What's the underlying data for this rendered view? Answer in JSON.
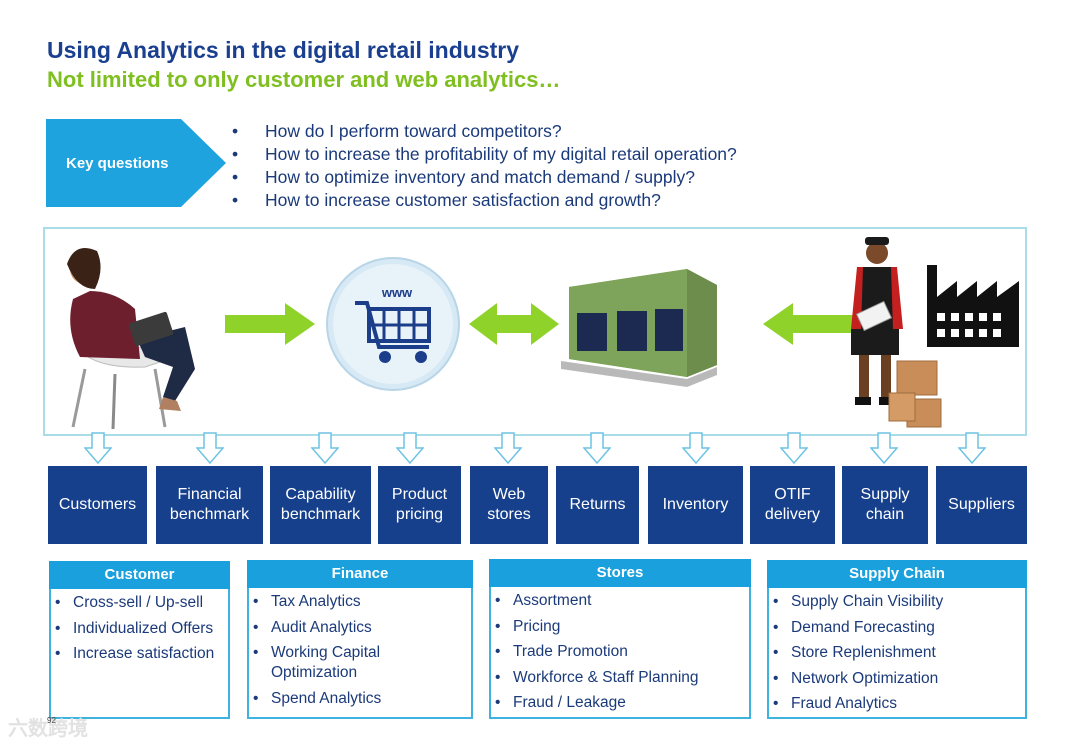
{
  "header": {
    "title": "Using Analytics in the digital retail industry",
    "subtitle": "Not limited to only customer and web analytics…"
  },
  "key_questions": {
    "label": "Key questions",
    "items": [
      "How do I perform toward competitors?",
      "How to increase the profitability of my digital retail operation?",
      "How to optimize inventory and match demand / supply?",
      "How to increase customer satisfaction and growth?"
    ]
  },
  "scene": {
    "www_label": "www"
  },
  "categories": [
    "Customers",
    "Financial\nbenchmark",
    "Capability\nbenchmark",
    "Product\npricing",
    "Web\nstores",
    "Returns",
    "Inventory",
    "OTIF\ndelivery",
    "Supply\nchain",
    "Suppliers"
  ],
  "panels": {
    "customer": {
      "title": "Customer",
      "items": [
        "Cross-sell / Up-sell",
        "Individualized Offers",
        "Increase satisfaction"
      ]
    },
    "finance": {
      "title": "Finance",
      "items": [
        "Tax Analytics",
        "Audit Analytics",
        "Working Capital\nOptimization",
        "Spend Analytics"
      ]
    },
    "stores": {
      "title": "Stores",
      "items": [
        "Assortment",
        "Pricing",
        "Trade Promotion",
        "Workforce & Staff Planning",
        "Fraud / Leakage"
      ]
    },
    "supply_chain": {
      "title": "Supply Chain",
      "items": [
        "Supply Chain Visibility",
        "Demand Forecasting",
        "Store Replenishment",
        "Network Optimization",
        "Fraud Analytics"
      ]
    }
  },
  "footer": {
    "page_number": "92",
    "watermark": "六数跨境"
  },
  "colors": {
    "navy": "#163f8c",
    "cyan": "#1aa0dc",
    "green": "#8ed22a",
    "title": "#1a3f8f",
    "subtitle": "#7fbf1f"
  }
}
